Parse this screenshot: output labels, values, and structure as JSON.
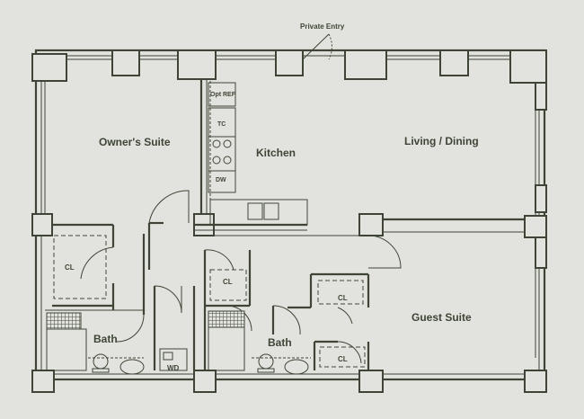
{
  "labels": {
    "private_entry": "Private Entry",
    "owners_suite": "Owner's Suite",
    "kitchen": "Kitchen",
    "living_dining": "Living / Dining",
    "guest_suite": "Guest Suite",
    "bath_1": "Bath",
    "bath_2": "Bath",
    "cl_owner": "CL",
    "cl_center": "CL",
    "cl_guest_upper": "CL",
    "cl_guest_lower": "CL",
    "wd": "WD",
    "opt": "Opt",
    "ref": "REF",
    "tc": "TC",
    "dw": "DW"
  },
  "colors": {
    "background": "#e2e3de",
    "line": "#3e4536"
  }
}
